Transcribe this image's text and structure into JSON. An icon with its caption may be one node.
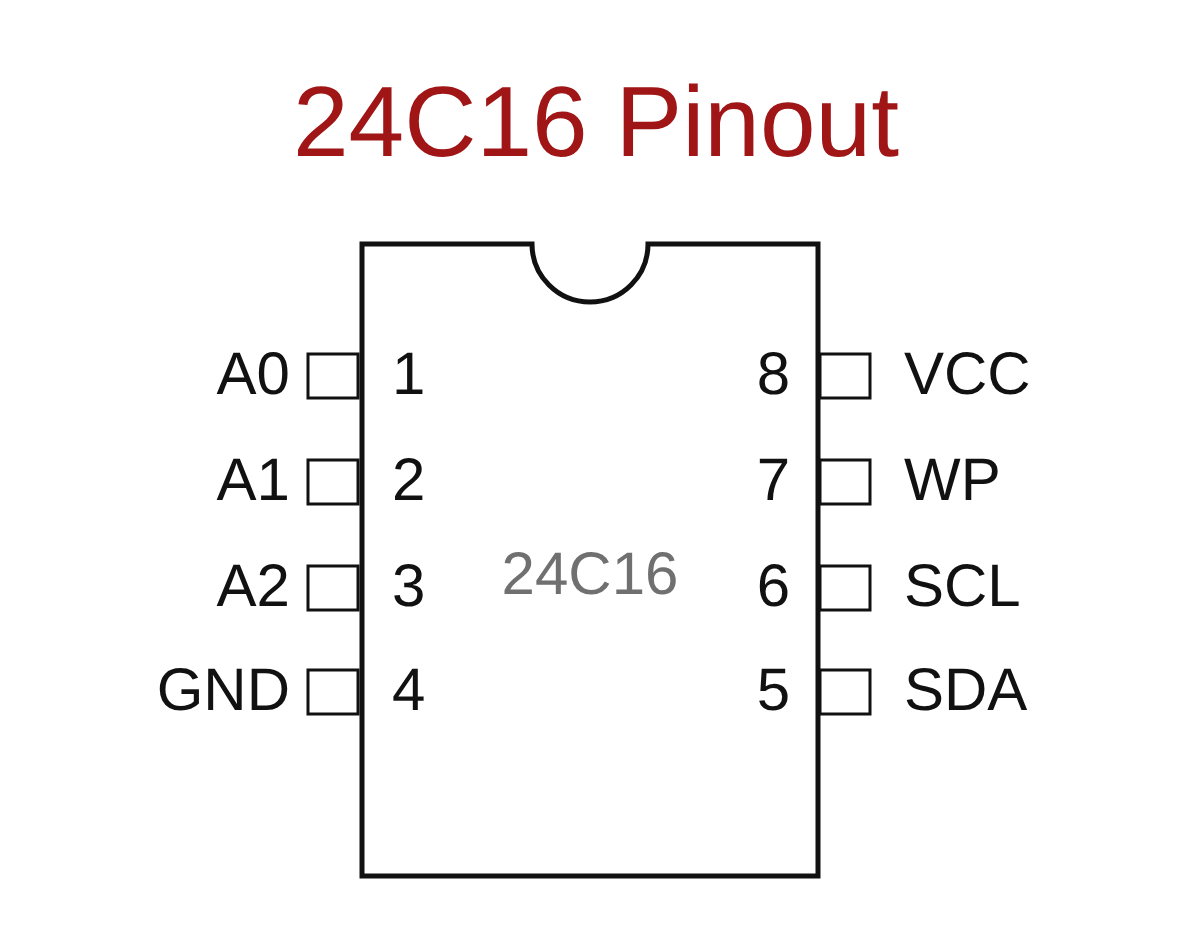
{
  "diagram": {
    "title": "24C16 Pinout",
    "nodes": [
      {
        "text": [
          "24C16"
        ]
      }
    ],
    "edges": [],
    "labels": [
      "A0",
      "1",
      "8",
      "VCC",
      "A1",
      "2",
      "7",
      "WP",
      "A2",
      "3",
      "6",
      "SCL",
      "GND",
      "4",
      "5",
      "SDA"
    ]
  }
}
